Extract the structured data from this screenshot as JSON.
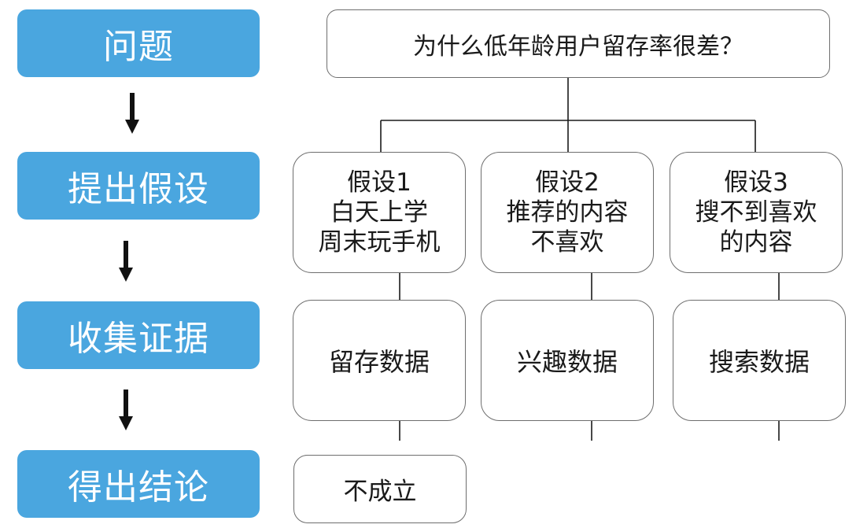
{
  "steps": {
    "problem": "问题",
    "hypothesis": "提出假设",
    "evidence": "收集证据",
    "conclusion": "得出结论"
  },
  "question": "为什么低年龄用户留存率很差？",
  "hypotheses": [
    {
      "title": "假设1",
      "line1": "白天上学",
      "line2": "周末玩手机"
    },
    {
      "title": "假设2",
      "line1": "推荐的内容",
      "line2": "不喜欢"
    },
    {
      "title": "假设3",
      "line1": "搜不到喜欢",
      "line2": "的内容"
    }
  ],
  "evidence": [
    "留存数据",
    "兴趣数据",
    "搜索数据"
  ],
  "conclusions": [
    "不成立"
  ],
  "colors": {
    "step_fill": "#4aa6df",
    "box_border": "#6e6e6e",
    "connector": "#1a1a1a",
    "arrow": "#111111"
  },
  "icons": {
    "flow_arrow": "arrow-down-icon"
  }
}
